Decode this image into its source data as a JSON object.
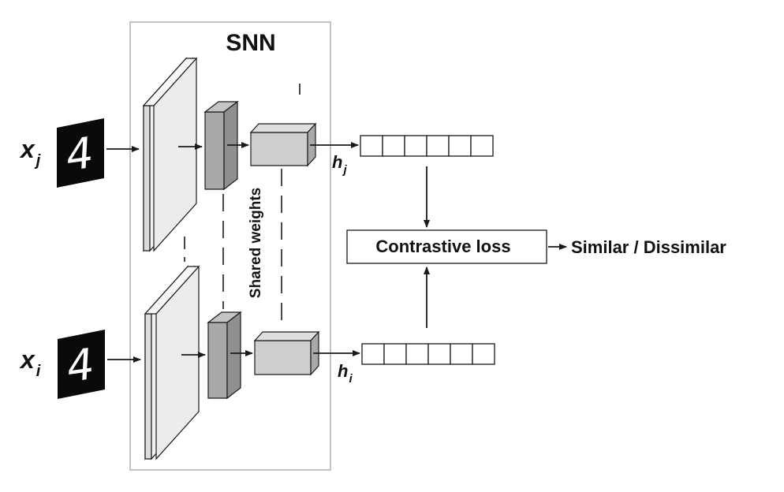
{
  "title": "SNN",
  "inputs": {
    "top_var": "x",
    "top_sub": "j",
    "bottom_var": "x",
    "bottom_sub": "i",
    "digit": "4"
  },
  "shared_label": "Shared weights",
  "embeddings": {
    "top_var": "h",
    "top_sub": "j",
    "bottom_var": "h",
    "bottom_sub": "i",
    "cells": 6
  },
  "loss_label": "Contrastive loss",
  "output_label": "Similar / Dissimilar",
  "colors": {
    "stroke": "#1a1a1a",
    "layer_light": "#ececec",
    "layer_mid": "#a9a9a9",
    "layer_dark": "#8f8f8f",
    "image_bg": "#0a0a0a"
  }
}
